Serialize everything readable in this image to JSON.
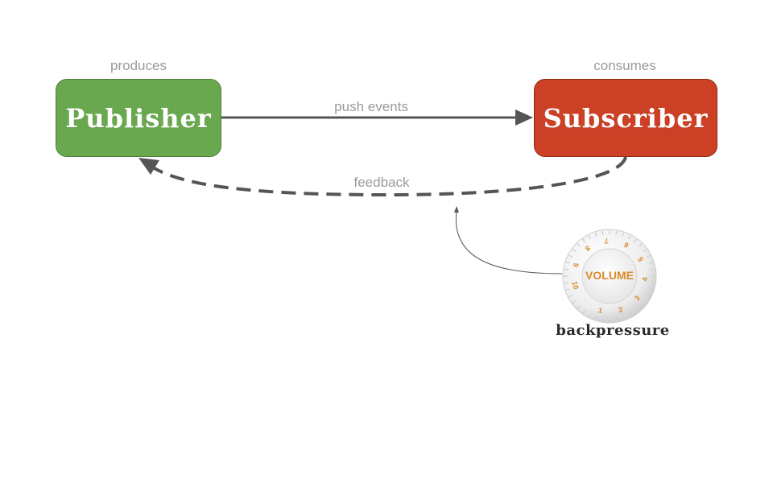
{
  "nodes": {
    "publisher": {
      "label": "Publisher",
      "caption": "produces",
      "color": "#6aa84f"
    },
    "subscriber": {
      "label": "Subscriber",
      "caption": "consumes",
      "color": "#cc4125"
    }
  },
  "edges": {
    "push": {
      "label": "push events",
      "color": "#555555"
    },
    "feedback": {
      "label": "feedback",
      "color": "#555555",
      "style": "dashed"
    }
  },
  "knob": {
    "icon": "volume-knob-icon",
    "face_label": "VOLUME",
    "numbers": [
      "1",
      "2",
      "3",
      "4",
      "5",
      "6",
      "7",
      "8",
      "9",
      "10"
    ],
    "label": "backpressure",
    "accent": "#d98a2b"
  }
}
